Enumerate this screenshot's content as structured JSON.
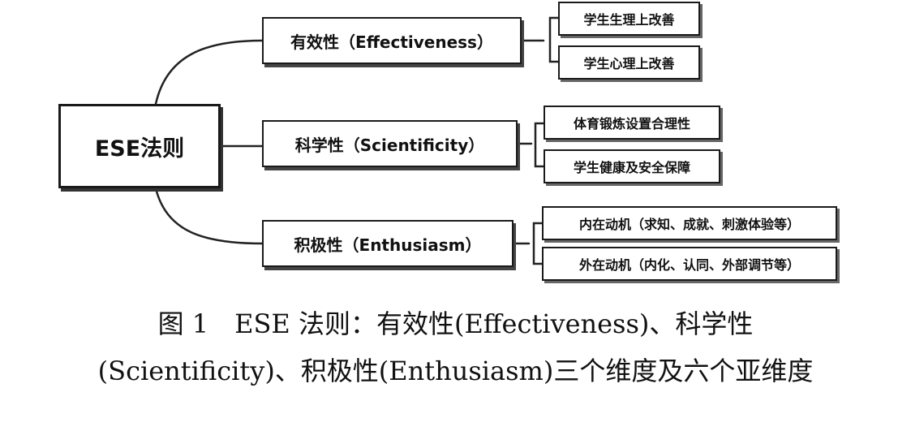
{
  "diagram": {
    "root": {
      "label": "ESE法则"
    },
    "branches": [
      {
        "label": "有效性（Effectiveness）",
        "leaves": [
          "学生生理上改善",
          "学生心理上改善"
        ]
      },
      {
        "label": "科学性（Scientificity）",
        "leaves": [
          "体育锻炼设置合理性",
          "学生健康及安全保障"
        ]
      },
      {
        "label": "积极性（Enthusiasm）",
        "leaves": [
          "内在动机（求知、成就、刺激体验等）",
          "外在动机（内化、认同、外部调节等）"
        ]
      }
    ]
  },
  "caption": {
    "line1": "图 1　ESE 法则：有效性(Effectiveness)、科学性",
    "line2": "(Scientificity)、积极性(Enthusiasm)三个维度及六个亚维度"
  }
}
